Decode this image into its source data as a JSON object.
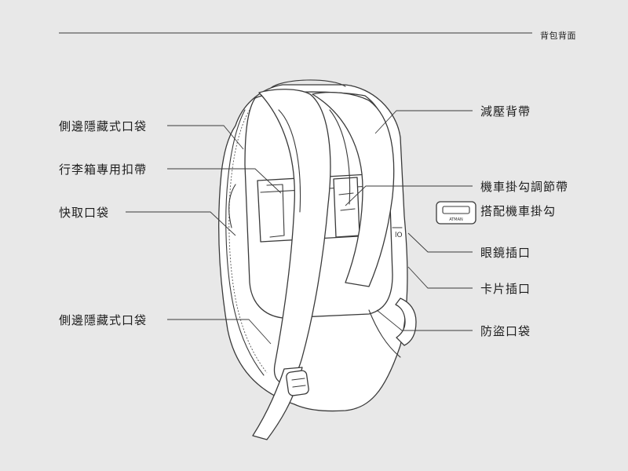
{
  "header": {
    "title": "背包背面"
  },
  "callouts": {
    "left": {
      "side_pocket_top": "側邊隱藏式口袋",
      "luggage_strap": "行李箱專用扣帶",
      "quick_pocket": "快取口袋",
      "side_pocket_bottom": "側邊隱藏式口袋"
    },
    "right": {
      "shoulder_strap": "減壓背帶",
      "scooter_hook_strap": "機車掛勾調節帶",
      "scooter_hook": "搭配機車掛勾",
      "glasses_slot": "眼鏡插口",
      "card_slot": "卡片插口",
      "anti_theft_pocket": "防盜口袋"
    }
  },
  "hook_icon": {
    "name": "scooter-hook-icon",
    "text": "ATMAN"
  },
  "colors": {
    "background": "#e8e8e8",
    "line": "#3a3a3a",
    "fill": "#ffffff"
  }
}
